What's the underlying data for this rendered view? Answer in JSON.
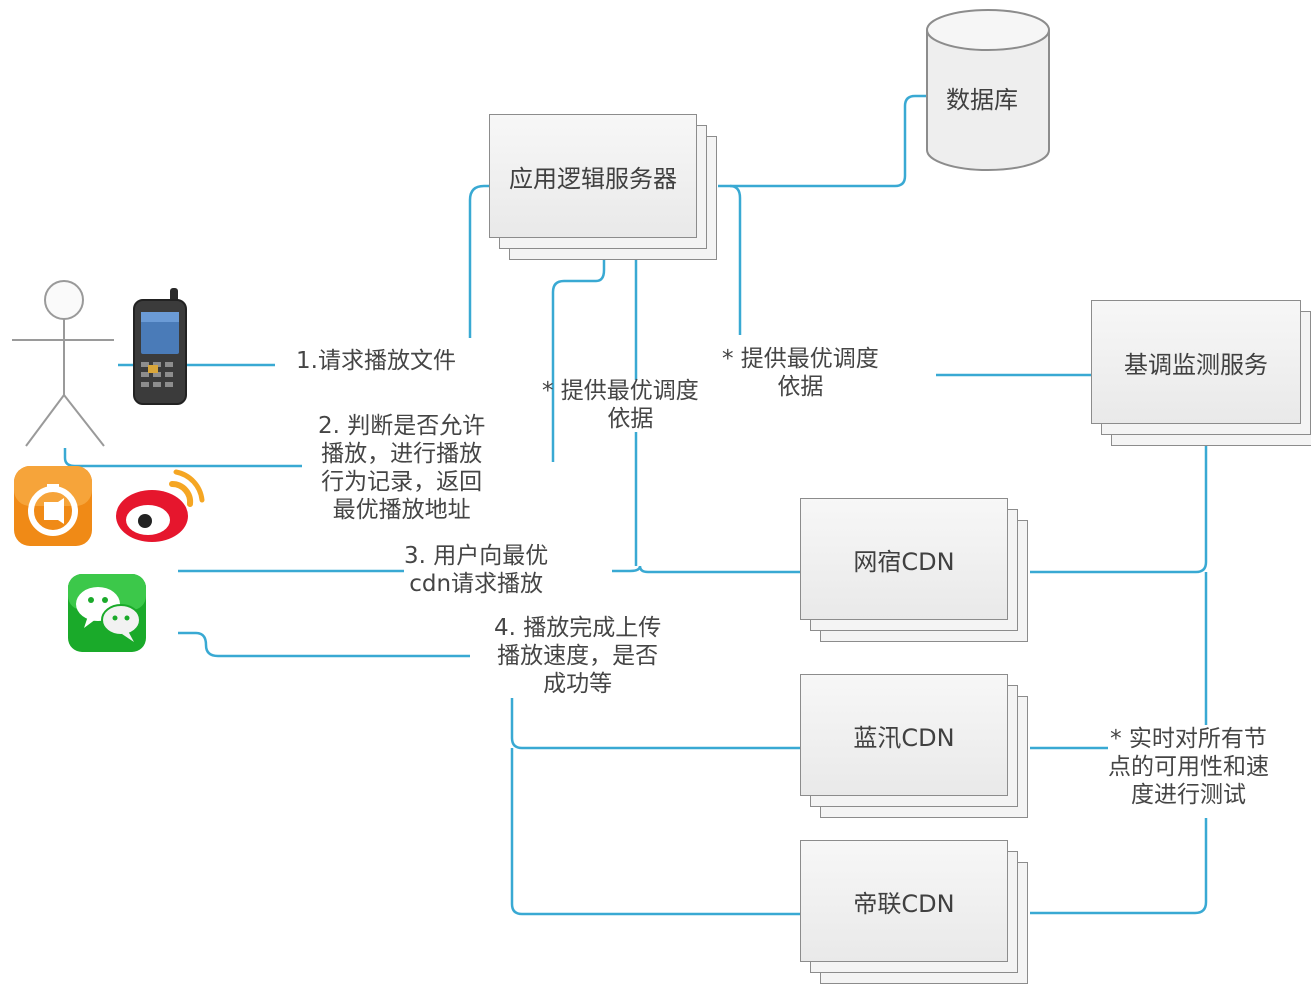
{
  "nodes": {
    "database": "数据库",
    "app_server": "应用逻辑服务器",
    "monitor_service": "基调监测服务",
    "cdn_wangsu": "网宿CDN",
    "cdn_lanxun": "蓝汛CDN",
    "cdn_dilian": "帝联CDN"
  },
  "edges": {
    "step1": "1.请求播放文件",
    "step2": [
      "2. 判断是否允许",
      "播放，进行播放",
      "行为记录，返回",
      "最优播放地址"
    ],
    "step3": [
      "3. 用户向最优",
      "cdn请求播放"
    ],
    "step4": [
      "4. 播放完成上传",
      "播放速度，是否",
      "成功等"
    ],
    "provide_left": [
      "*  提供最优调度",
      "依据"
    ],
    "provide_right": [
      "* 提供最优调度",
      "依据"
    ],
    "realtime": [
      "* 实时对所有节",
      "点的可用性和速",
      "度进行测试"
    ]
  },
  "icons": [
    "user-stick-figure-icon",
    "mobile-phone-icon",
    "video-app-icon",
    "weibo-icon",
    "wechat-icon"
  ],
  "colors": {
    "connector": "#39a9d3",
    "box_border": "#8c8c8c",
    "box_fill": "#eeeeee"
  }
}
